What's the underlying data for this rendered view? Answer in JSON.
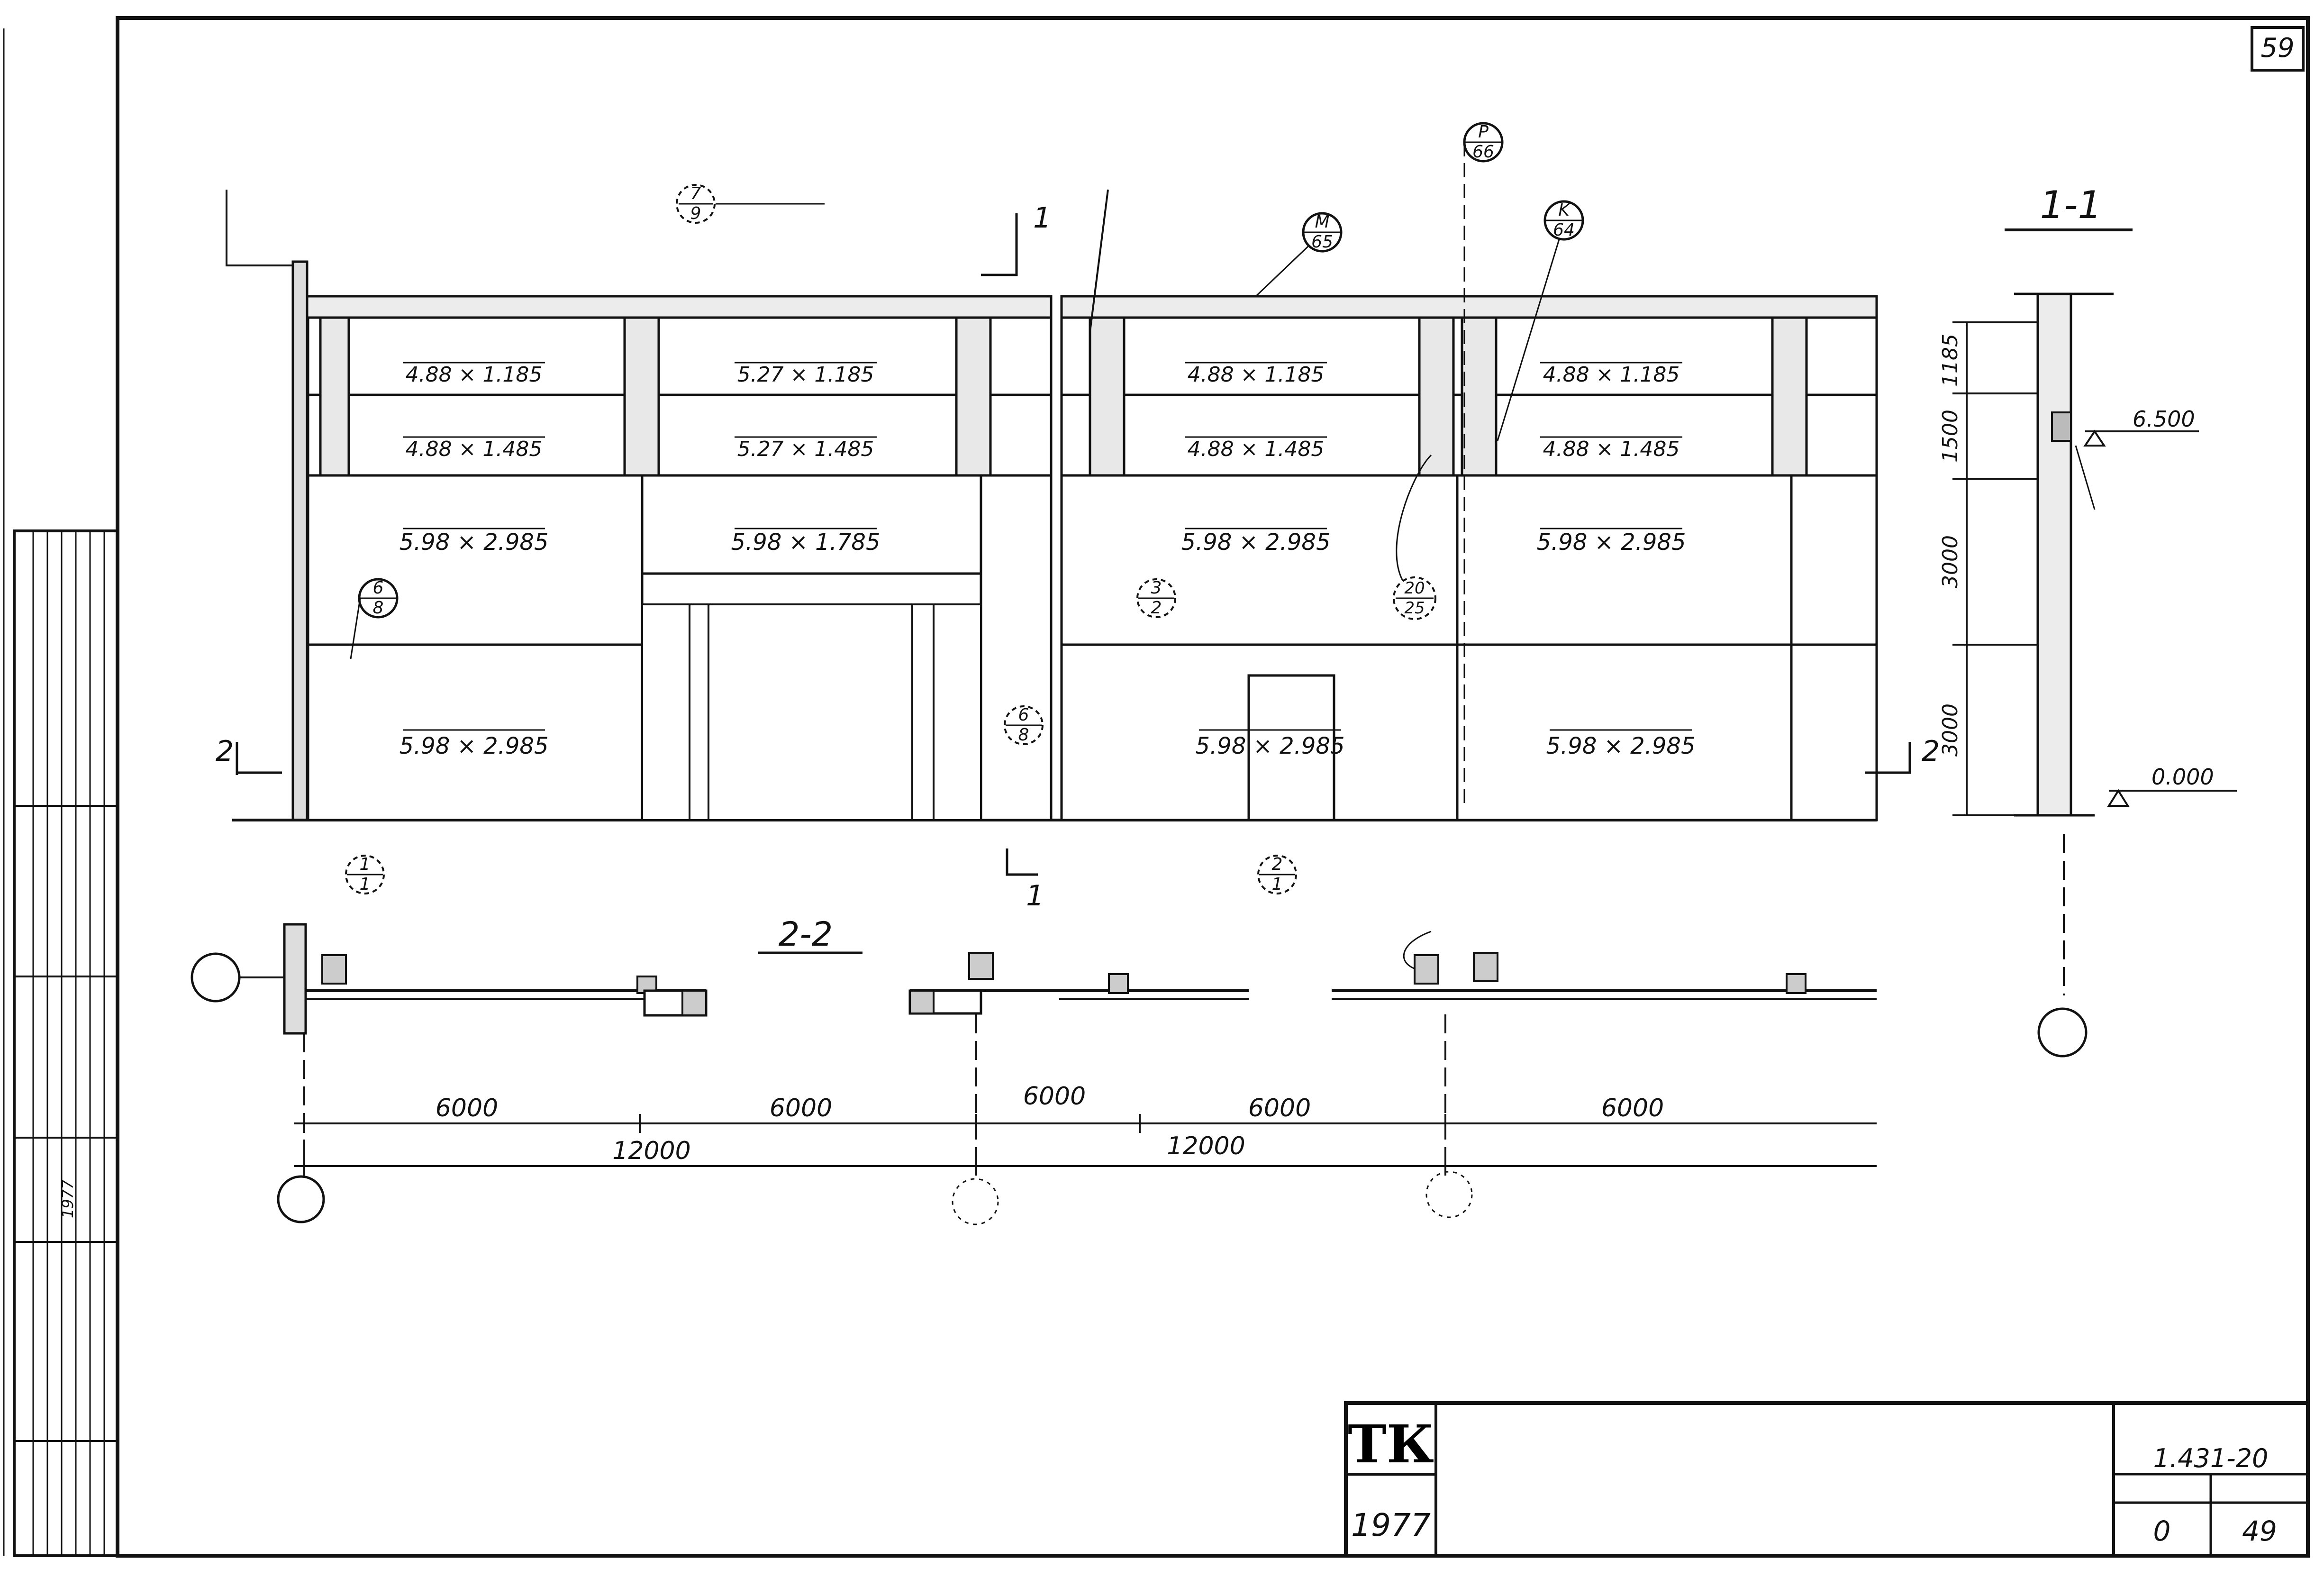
{
  "page_number": "59",
  "org": {
    "line1": "",
    "line2": ""
  },
  "signatures": {
    "roles": [
      "",
      "",
      "",
      "",
      "",
      "",
      ""
    ],
    "names": [
      "",
      "",
      "",
      "",
      "",
      "",
      ""
    ],
    "date_year": "1977"
  },
  "elevation": {
    "labels": {
      "outer_wall": "",
      "steel_element": "",
      "typical_R": "",
      "typical_K": "",
      "typical_M": "",
      "issue6": "",
      "issue6b": ""
    },
    "callouts": {
      "c79": {
        "top": "7",
        "bottom": "9"
      },
      "cP": {
        "top": "P",
        "bottom": "66"
      },
      "cM": {
        "top": "M",
        "bottom": "65"
      },
      "cK": {
        "top": "K",
        "bottom": "64"
      },
      "c68a": {
        "top": "6",
        "bottom": "8"
      },
      "c32": {
        "top": "3",
        "bottom": "2"
      },
      "c2025": {
        "top": "20",
        "bottom": "25"
      },
      "c68b": {
        "top": "6",
        "bottom": "8"
      },
      "c11": {
        "top": "1",
        "bottom": "1"
      },
      "c21": {
        "top": "2",
        "bottom": "1"
      }
    },
    "panels": [
      {
        "name": "",
        "size": "4.88 × 1.185"
      },
      {
        "name": "",
        "size": "5.27 × 1.185"
      },
      {
        "name": "",
        "size": "4.88 × 1.185"
      },
      {
        "name": "",
        "size": "4.88 × 1.185"
      },
      {
        "name": "",
        "size": "4.88 × 1.485"
      },
      {
        "name": "",
        "size": "5.27 × 1.485"
      },
      {
        "name": "",
        "size": "4.88 × 1.485"
      },
      {
        "name": "",
        "size": "4.88 × 1.485"
      },
      {
        "name": "",
        "size": "5.98 × 2.985"
      },
      {
        "name": "",
        "size": "5.98 × 1.785"
      },
      {
        "name": "",
        "size": "5.98 × 2.985"
      },
      {
        "name": "",
        "size": "5.98 × 2.985"
      },
      {
        "name": "",
        "size": "5.98 × 2.985"
      },
      {
        "name": "",
        "size": "5.98 × 2.985"
      },
      {
        "name": "",
        "size": "5.98 × 2.985"
      }
    ],
    "section_marks": {
      "left": "2",
      "right": "2",
      "bottom": "1",
      "top": "1"
    }
  },
  "section_1_1": {
    "title": "1-1",
    "dims": [
      "1185",
      "1500",
      "3000",
      "3000"
    ],
    "level_top": "6.500",
    "level_zero": "0.000",
    "level_zero_note": "",
    "truss_label": ""
  },
  "section_2_2": {
    "title": "2-2",
    "label_facade": "",
    "label_main": ""
  },
  "dimensions": {
    "spans": [
      "6000",
      "6000",
      "6000",
      "6000",
      "6000"
    ],
    "totals": [
      "12000",
      "12000"
    ]
  },
  "title_block": {
    "logo": "ТК",
    "year": "1977",
    "title": "",
    "series_label": "",
    "series_value": "1.431-20",
    "issue_label": "",
    "sheet_label": "",
    "issue_value": "0",
    "sheet_value": "49"
  }
}
